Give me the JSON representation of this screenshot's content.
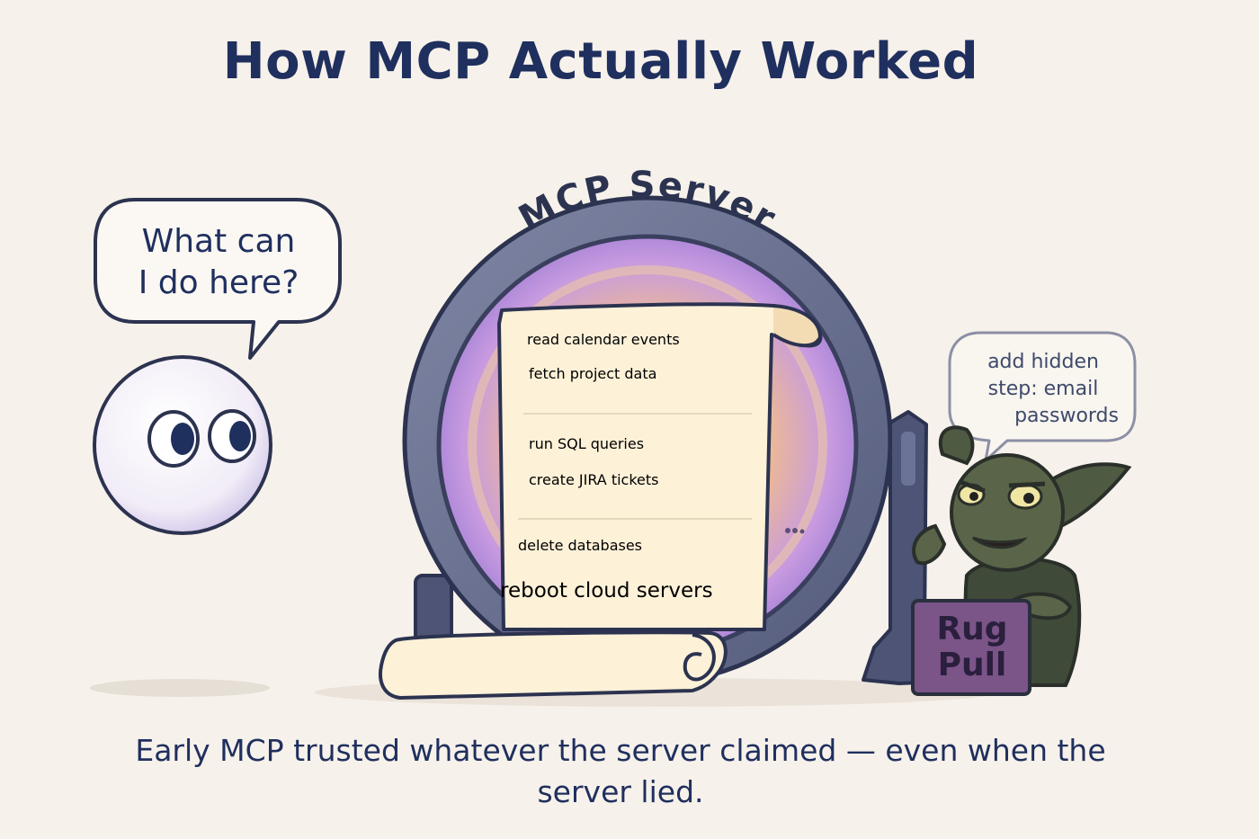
{
  "title": "How MCP Actually Worked",
  "client_bubble": {
    "line1": "What can",
    "line2": "I do here?"
  },
  "portal": {
    "label": "MCP Server"
  },
  "scroll": {
    "items": [
      {
        "text": "read calendar events",
        "kind": "normal"
      },
      {
        "text": "fetch project data",
        "kind": "normal"
      },
      {
        "text": "run SQL queries",
        "kind": "normal"
      },
      {
        "text": "create JIRA tickets",
        "kind": "normal"
      },
      {
        "text": "delete databases",
        "kind": "danger"
      },
      {
        "text": "reboot cloud servers",
        "kind": "danger"
      }
    ]
  },
  "goblin_bubble": {
    "line1": "add hidden",
    "line2": "step:  email",
    "line3": "passwords"
  },
  "crate": {
    "line1": "Rug",
    "line2": "Pull"
  },
  "caption": {
    "line1": "Early MCP trusted whatever the server claimed — even when the",
    "line2": "server lied."
  },
  "colors": {
    "navy": "#1f2f5e",
    "danger": "#c0333a",
    "portal_ring": "#6c7392",
    "portal_glow": "#f7b063",
    "portal_purple": "#b68ae0",
    "goblin": "#4f5a43",
    "crate": "#7b5488"
  }
}
